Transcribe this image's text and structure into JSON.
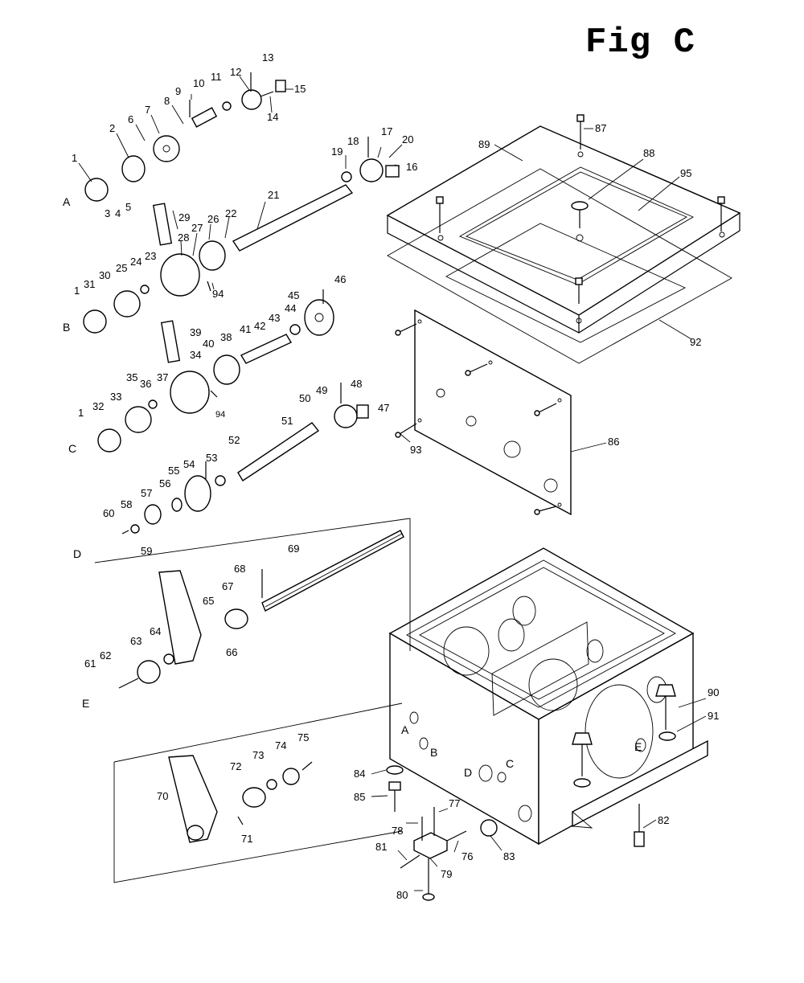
{
  "title": "Fig C",
  "group_labels": [
    "A",
    "B",
    "C",
    "D",
    "E"
  ],
  "box_face_labels": [
    "A",
    "B",
    "C",
    "D",
    "E"
  ],
  "callouts": [
    "1",
    "2",
    "3",
    "4",
    "5",
    "6",
    "7",
    "8",
    "9",
    "10",
    "11",
    "12",
    "13",
    "14",
    "15",
    "16",
    "17",
    "18",
    "19",
    "20",
    "21",
    "22",
    "23",
    "24",
    "25",
    "26",
    "27",
    "28",
    "29",
    "30",
    "31",
    "1",
    "B",
    "39",
    "34",
    "35",
    "36",
    "37",
    "38",
    "40",
    "41",
    "42",
    "43",
    "44",
    "45",
    "46",
    "1",
    "32",
    "33",
    "C",
    "94",
    "47",
    "48",
    "49",
    "50",
    "51",
    "52",
    "53",
    "54",
    "55",
    "56",
    "57",
    "58",
    "59",
    "60",
    "D",
    "61",
    "62",
    "63",
    "64",
    "65",
    "66",
    "67",
    "68",
    "69",
    "E",
    "70",
    "71",
    "72",
    "73",
    "74",
    "75",
    "76",
    "77",
    "78",
    "79",
    "80",
    "81",
    "82",
    "83",
    "84",
    "85",
    "86",
    "87",
    "88",
    "89",
    "90",
    "91",
    "92",
    "93",
    "94",
    "95"
  ]
}
